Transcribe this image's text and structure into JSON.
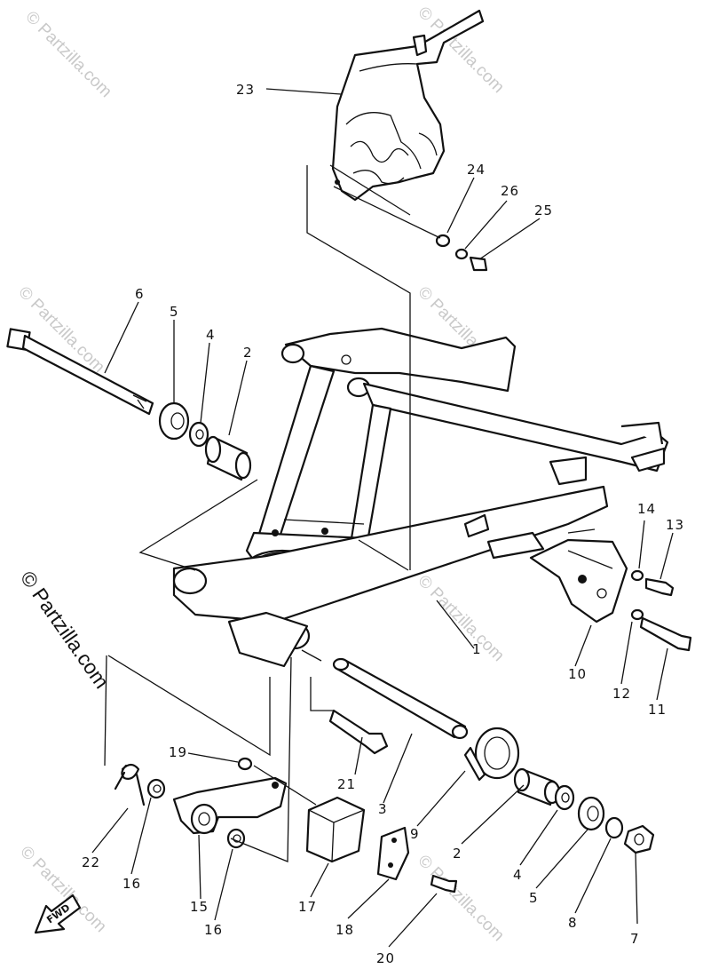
{
  "watermark": {
    "text": "© Partzilla.com",
    "accent_text": "© Partzilla.com"
  },
  "fwd_label": "FWD",
  "callouts": [
    "1",
    "2",
    "3",
    "4",
    "5",
    "6",
    "7",
    "8",
    "9",
    "10",
    "11",
    "12",
    "13",
    "14",
    "15",
    "16",
    "17",
    "18",
    "19",
    "20",
    "21",
    "22",
    "23",
    "24",
    "25",
    "26"
  ],
  "labels": {
    "c23": "23",
    "c24": "24",
    "c26": "26",
    "c25": "25",
    "c6": "6",
    "c5": "5",
    "c4": "4",
    "c2a": "2",
    "c14": "14",
    "c13": "13",
    "c1": "1",
    "c10": "10",
    "c12": "12",
    "c11": "11",
    "c19": "19",
    "c21": "21",
    "c3": "3",
    "c9": "9",
    "c2b": "2",
    "c4b": "4",
    "c5b": "5",
    "c8": "8",
    "c7": "7",
    "c22": "22",
    "c16a": "16",
    "c15": "15",
    "c16b": "16",
    "c17": "17",
    "c18": "18",
    "c20": "20"
  },
  "colors": {
    "line": "#111111",
    "watermark": "#c9c9c9",
    "background": "#ffffff"
  }
}
